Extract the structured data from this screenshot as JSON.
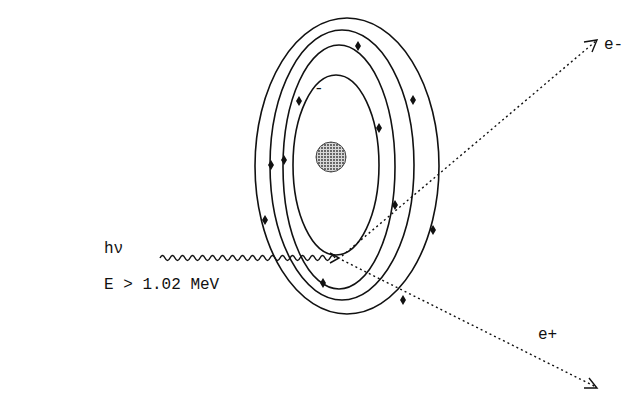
{
  "diagram": {
    "labels": [
      "hν",
      "E > 1.02 MeV",
      "e-",
      "e+",
      "-"
    ]
  }
}
